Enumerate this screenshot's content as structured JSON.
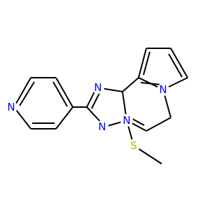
{
  "molecule": {
    "atoms": [
      {
        "id": "N_py",
        "symbol": "N",
        "color": "#0000ff"
      },
      {
        "id": "N1",
        "symbol": "N",
        "color": "#0000ff"
      },
      {
        "id": "N3",
        "symbol": "N",
        "color": "#0000ff"
      },
      {
        "id": "N_bridge",
        "symbol": "N",
        "color": "#0000ff"
      },
      {
        "id": "N6",
        "symbol": "N",
        "color": "#0000ff"
      },
      {
        "id": "S",
        "symbol": "S",
        "color": "#b2b200"
      }
    ],
    "bond_color": "#000000",
    "background": "#ffffff"
  }
}
